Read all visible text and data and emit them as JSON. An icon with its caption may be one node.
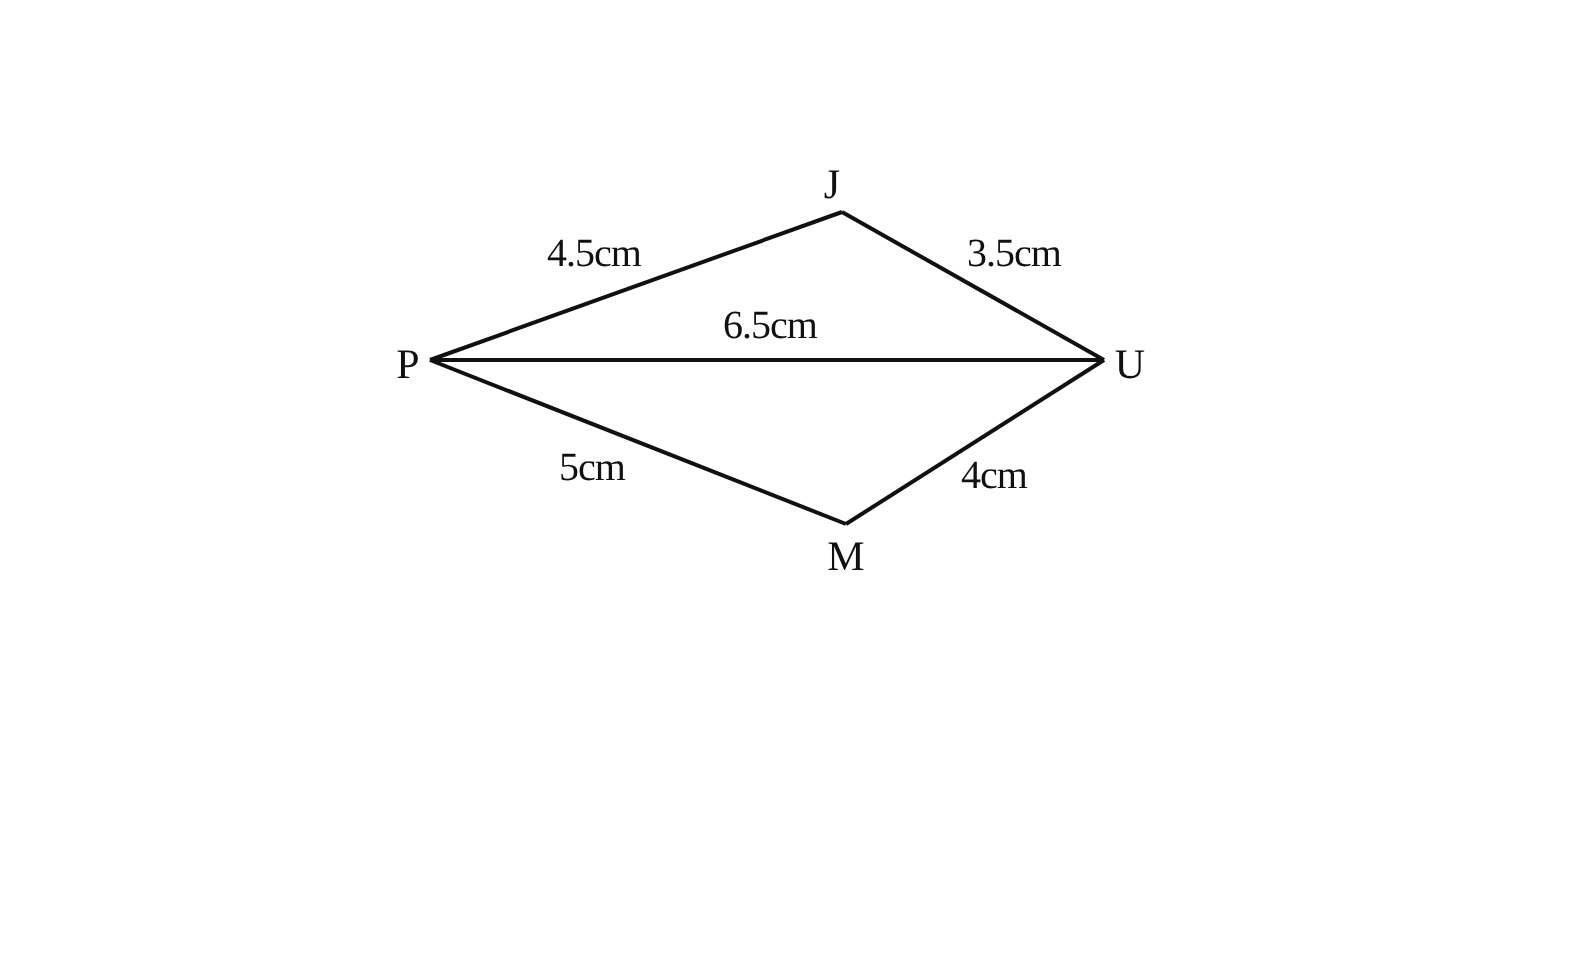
{
  "diagram": {
    "nodes": [
      {
        "text": [
          "P"
        ]
      },
      {
        "text": [
          "J"
        ]
      },
      {
        "text": [
          "U"
        ]
      },
      {
        "text": [
          "M"
        ]
      }
    ],
    "edges": [
      {
        "from": 0,
        "to": 1,
        "arrow": "none",
        "label": "4.5cm"
      },
      {
        "from": 1,
        "to": 2,
        "arrow": "none",
        "label": "3.5cm"
      },
      {
        "from": 0,
        "to": 2,
        "arrow": "none",
        "label": "6.5cm"
      },
      {
        "from": 0,
        "to": 3,
        "arrow": "none",
        "label": "5cm"
      },
      {
        "from": 3,
        "to": 2,
        "arrow": "none",
        "label": "4cm"
      }
    ]
  }
}
